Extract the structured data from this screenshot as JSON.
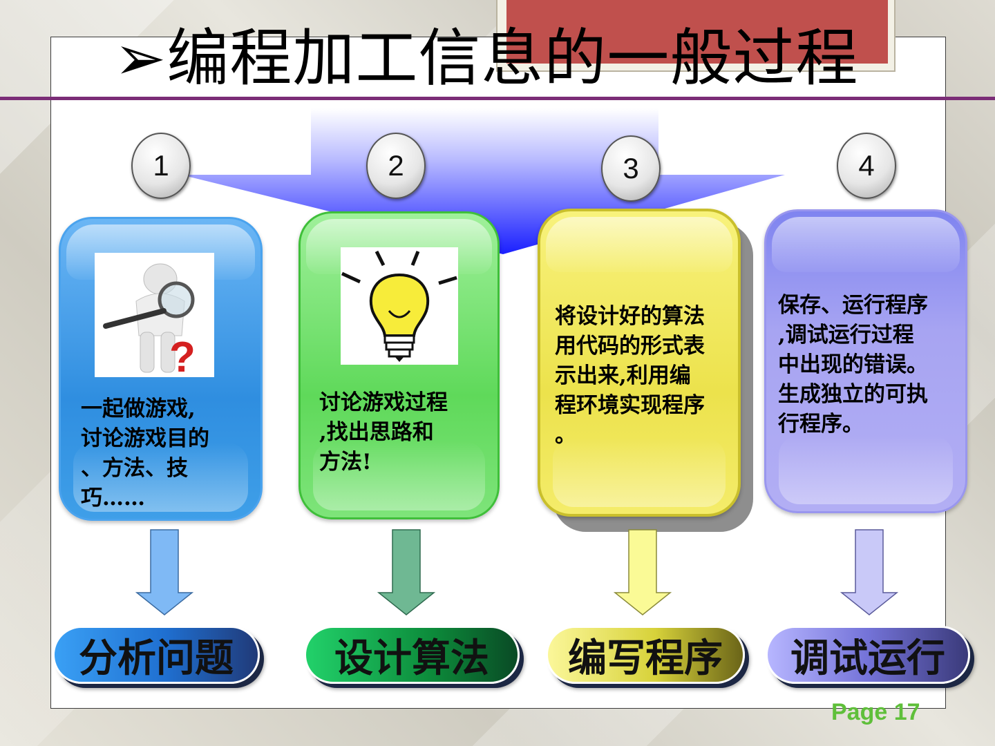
{
  "slide": {
    "title": "➢编程加工信息的一般过程",
    "page_label": "Page 17"
  },
  "steps": [
    {
      "number": "1",
      "text_lines": [
        "一起做游戏,",
        "讨论游戏目的",
        "、方法、技",
        "巧……"
      ],
      "stage_label": "分析问题",
      "icon": "magnifier-figure-icon",
      "card_color": "#3f9fe8",
      "arrow_color": "#7fb9f5",
      "pill_color": "#1f6fd0"
    },
    {
      "number": "2",
      "text_lines": [
        "讨论游戏过程",
        ",找出思路和",
        "方法!"
      ],
      "stage_label": "设计算法",
      "icon": "lightbulb-icon",
      "card_color": "#6cdc68",
      "arrow_color": "#6fb893",
      "pill_color": "#0c8a3a"
    },
    {
      "number": "3",
      "text_lines": [
        "将设计好的算法",
        "用代码的形式表",
        "示出来,利用编",
        "程环境实现程序",
        "。"
      ],
      "stage_label": "编写程序",
      "icon": "",
      "card_color": "#f2ea68",
      "arrow_color": "#fafa96",
      "pill_color": "#d7d23a"
    },
    {
      "number": "4",
      "text_lines": [
        "保存、运行程序",
        ",调试运行过程",
        "中出现的错误。",
        "生成独立的可执",
        "行程序。"
      ],
      "stage_label": "调试运行",
      "icon": "",
      "card_color": "#a7a4f2",
      "arrow_color": "#c9c9f8",
      "pill_color": "#5b5aa8"
    }
  ]
}
